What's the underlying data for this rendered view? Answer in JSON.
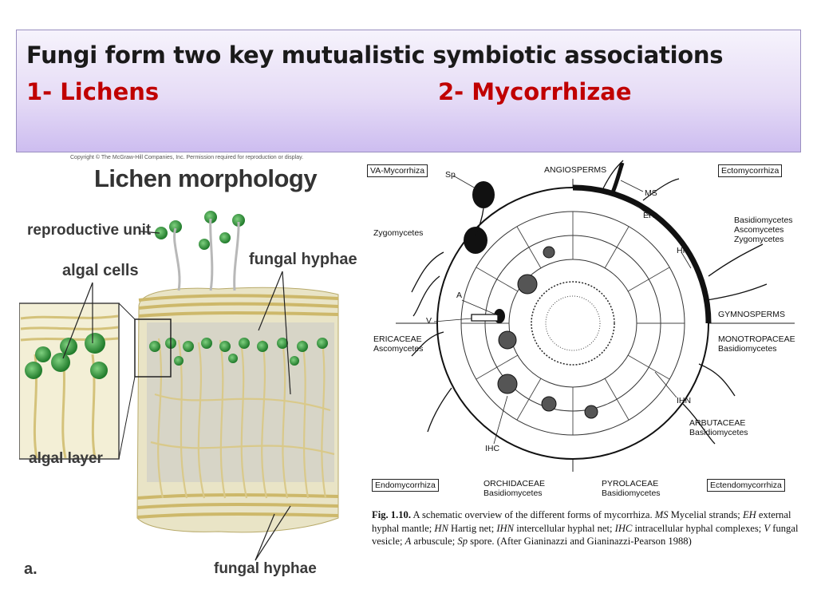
{
  "header": {
    "title": "Fungi form two key mutualistic symbiotic associations",
    "item1": "1- Lichens",
    "item2": "2-  Mycorrhizae"
  },
  "lichen": {
    "copyright": "Copyright © The McGraw-Hill Companies, Inc. Permission required for reproduction or display.",
    "title": "Lichen morphology",
    "labels": {
      "reproductive_unit": "reproductive unit",
      "algal_cells": "algal cells",
      "fungal_hyphae_top": "fungal hyphae",
      "algal_layer": "algal layer",
      "fungal_hyphae_bottom": "fungal hyphae",
      "panel_letter": "a."
    }
  },
  "mycorrhiza": {
    "boxes": {
      "va": "VA-Mycorrhiza",
      "ecto": "Ectomycorrhiza",
      "endo": "Endomycorrhiza",
      "ectendo": "Ectendomycorrhiza"
    },
    "labels": {
      "sp": "Sp",
      "angiosperms": "ANGIOSPERMS",
      "ms": "MS",
      "eh": "EH",
      "zygomycetes": "Zygomycetes",
      "basidio_group": "Basidiomycetes\nAscomycetes\nZygomycetes",
      "hn": "HN",
      "a": "A",
      "v": "V",
      "gymnosperms": "GYMNOSPERMS",
      "ericaceae": "ERICACEAE\nAscomycetes",
      "monotropaceae": "MONOTROPACEAE\nBasidiomycetes",
      "ihn": "IHN",
      "arbutaceae": "ARBUTACEAE\nBasidiomycetes",
      "ihc": "IHC",
      "orchidaceae": "ORCHIDACEAE\nBasidiomycetes",
      "pyrolaceae": "PYROLACEAE\nBasidiomycetes"
    }
  },
  "caption": {
    "fig": "Fig. 1.10.",
    "t1": " A schematic overview of the different forms of mycorrhiza. ",
    "ms": "MS",
    "t2": " Mycelial strands; ",
    "eh": "EH",
    "t3": " external hyphal mantle; ",
    "hn": "HN",
    "t4": " Hartig net; ",
    "ihn": "IHN",
    "t5": " intercellular hyphal net; ",
    "ihc": "IHC",
    "t6": " intracellular hyphal complexes; ",
    "v": "V",
    "t7": " fungal vesicle; ",
    "a": "A",
    "t8": " arbuscule; ",
    "sp": "Sp",
    "t9": " spore. (After Gianinazzi and Gianinazzi-Pearson 1988)"
  },
  "colors": {
    "title_text": "#1a1a1a",
    "accent_red": "#c00000",
    "algae_green": "#2f9a3a",
    "hyphae_tan": "#e6d9a0"
  }
}
